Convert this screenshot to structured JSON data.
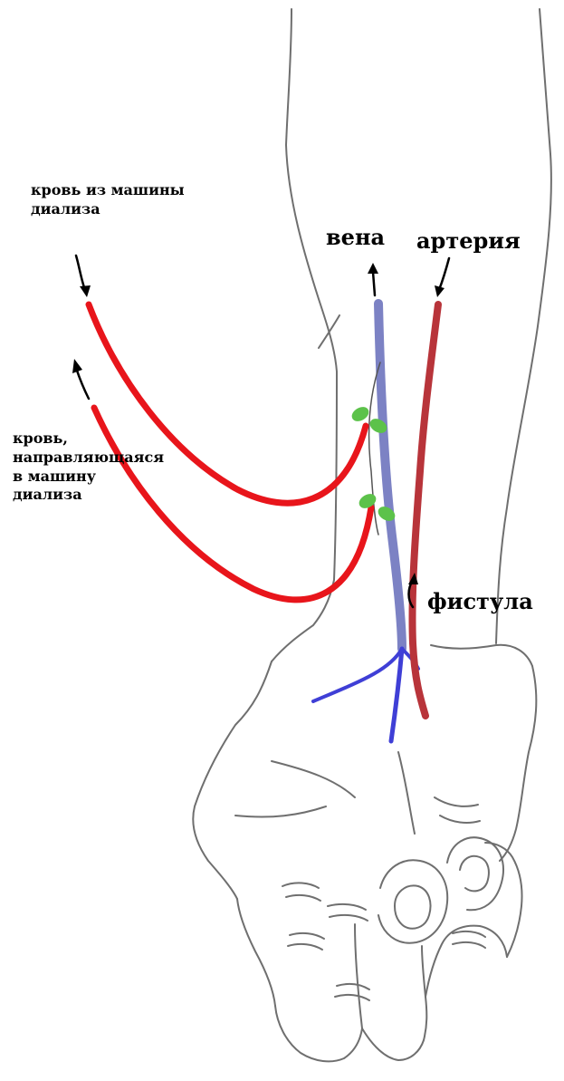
{
  "labels": {
    "blood_from_machine": [
      "кровь из машины",
      "диализа"
    ],
    "blood_to_machine": [
      "кровь,",
      "направляющаяся",
      "в машину",
      "диализа"
    ],
    "vein": "вена",
    "artery": "артерия",
    "fistula": "фистула"
  },
  "colors": {
    "tube": "#e8151b",
    "vein": "#7c82c4",
    "vein_branch": "#3f3fd6",
    "artery": "#b8343a",
    "clamp": "#5cc24a",
    "outline": "#6f6f6f",
    "text": "#000000"
  }
}
